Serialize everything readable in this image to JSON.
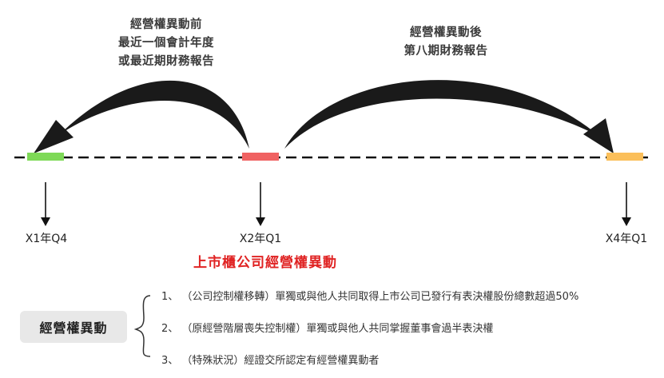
{
  "notes": {
    "left": [
      "經營權異動前",
      "最近一個會計年度",
      "或最近期財務報告"
    ],
    "right": [
      "經營權異動後",
      "第八期財務報告"
    ]
  },
  "timeline": {
    "markers": [
      {
        "id": "x1",
        "label": "X1年Q4",
        "color": "#7ed957"
      },
      {
        "id": "x2",
        "label": "X2年Q1",
        "color": "#f06262"
      },
      {
        "id": "x4",
        "label": "X4年Q1",
        "color": "#fbbf5a"
      }
    ],
    "event_label": "上市櫃公司經營權異動"
  },
  "definition": {
    "tag": "經營權異動",
    "items": [
      "1、 （公司控制權移轉）單獨或與他人共同取得上市公司已發行有表決權股份總數超過50%",
      "2、 （原經營階層喪失控制權）單獨或與他人共同掌握董事會過半表決權",
      "3、 （特殊狀況）經證交所認定有經營權異動者"
    ]
  }
}
